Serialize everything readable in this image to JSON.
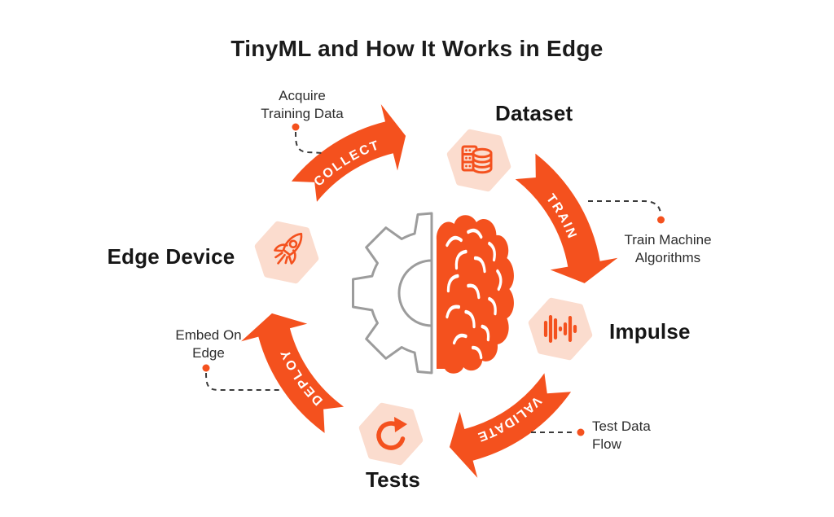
{
  "title": "TinyML and How It Works in Edge",
  "colors": {
    "accent": "#F4511E",
    "hex_fill": "#FBDCCE",
    "text_dark": "#1B1B1B",
    "connector": "#3A3A3A",
    "gear_gray": "#9C9C9C"
  },
  "cycle": {
    "steps": [
      {
        "id": "collect",
        "label": "COLLECT"
      },
      {
        "id": "train",
        "label": "TRAIN"
      },
      {
        "id": "validate",
        "label": "VALIDATE"
      },
      {
        "id": "deploy",
        "label": "DEPLOY"
      }
    ]
  },
  "nodes": [
    {
      "id": "dataset",
      "label": "Dataset",
      "icon": "database-icon"
    },
    {
      "id": "impulse",
      "label": "Impulse",
      "icon": "audio-waveform-icon"
    },
    {
      "id": "tests",
      "label": "Tests",
      "icon": "refresh-cycle-icon"
    },
    {
      "id": "edge_device",
      "label": "Edge Device",
      "icon": "rocket-icon"
    }
  ],
  "annotations": [
    {
      "id": "acquire",
      "text": "Acquire\nTraining Data"
    },
    {
      "id": "train_machine",
      "text": "Train Machine\nAlgorithms"
    },
    {
      "id": "test_flow",
      "text": "Test Data\nFlow"
    },
    {
      "id": "embed",
      "text": "Embed On\nEdge"
    }
  ]
}
